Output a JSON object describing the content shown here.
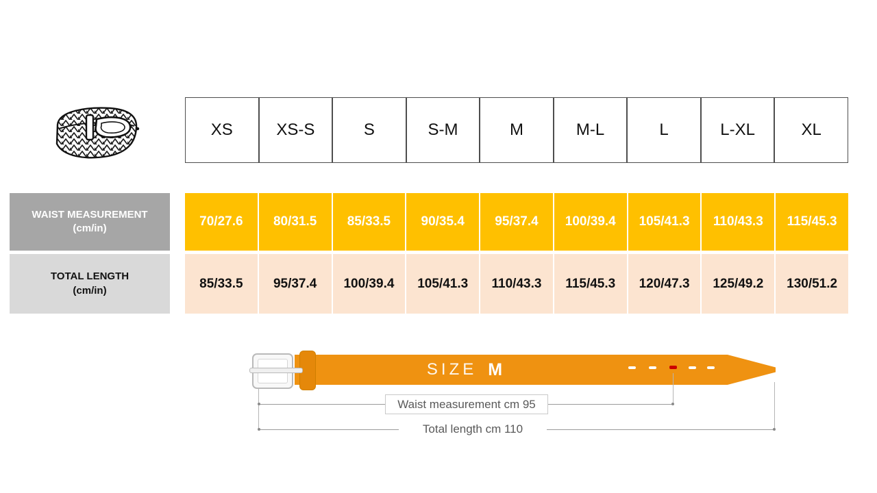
{
  "table": {
    "sizes": [
      "XS",
      "XS-S",
      "S",
      "S-M",
      "M",
      "M-L",
      "L",
      "L-XL",
      "XL"
    ],
    "rows": [
      {
        "label_line1": "WAIST MEASUREMENT",
        "label_line2": "(cm/in)",
        "values": [
          "70/27.6",
          "80/31.5",
          "85/33.5",
          "90/35.4",
          "95/37.4",
          "100/39.4",
          "105/41.3",
          "110/43.3",
          "115/45.3"
        ]
      },
      {
        "label_line1": "TOTAL LENGTH",
        "label_line2": "(cm/in)",
        "values": [
          "85/33.5",
          "95/37.4",
          "100/39.4",
          "105/41.3",
          "110/43.3",
          "115/45.3",
          "120/47.3",
          "125/49.2",
          "130/51.2"
        ]
      }
    ]
  },
  "diagram": {
    "size_word": "SIZE",
    "size_value": "M",
    "waist_label": "Waist measurement cm 95",
    "length_label": "Total length cm 110"
  },
  "colors": {
    "waist-cell": "#FFC000",
    "length-cell": "#FCE4D0",
    "waist-header": "#A6A6A6",
    "length-header": "#D9D9D9",
    "belt-orange": "#EF9211",
    "keeper-orange": "#E5880A",
    "hole-red": "#CC0000",
    "grid-border": "#4d4d4d"
  }
}
